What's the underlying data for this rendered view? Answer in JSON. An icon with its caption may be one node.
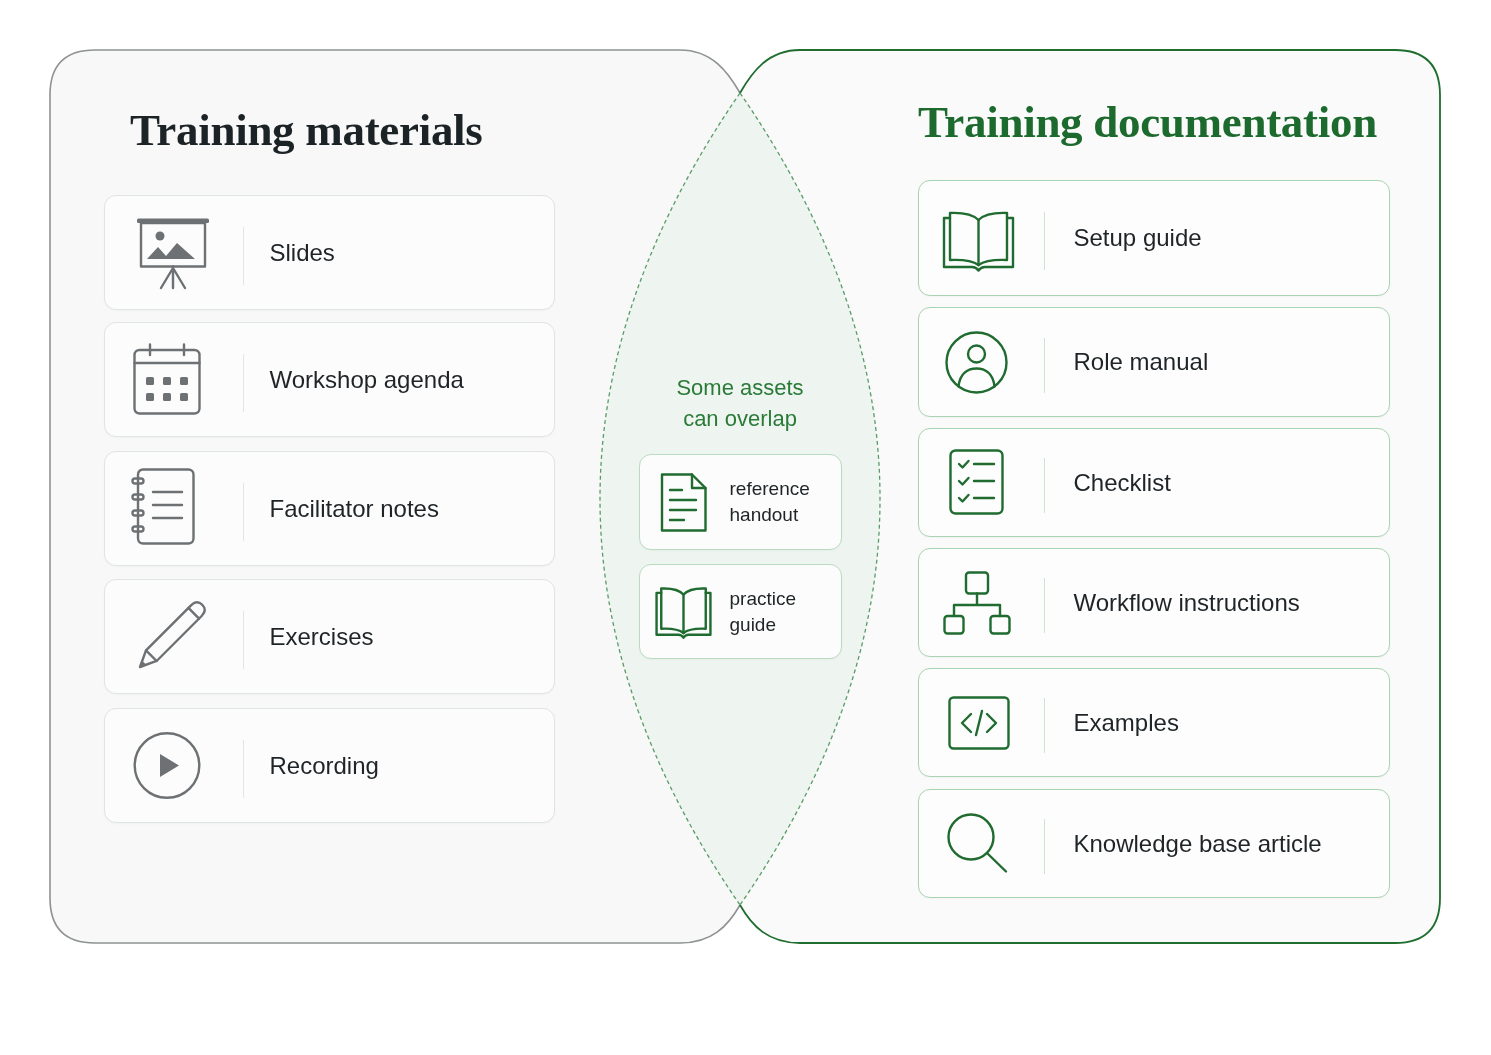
{
  "diagram": {
    "nodes": [
      {
        "text": [
          "Training materials"
        ]
      },
      {
        "text": [
          "Slides"
        ],
        "in": 0
      },
      {
        "text": [
          "Workshop agenda"
        ],
        "in": 0
      },
      {
        "text": [
          "Facilitator notes"
        ],
        "in": 0
      },
      {
        "text": [
          "Exercises"
        ],
        "in": 0
      },
      {
        "text": [
          "Recording"
        ],
        "in": 0
      },
      {
        "text": [
          "Some assets can overlap"
        ]
      },
      {
        "text": [
          "reference handout"
        ],
        "in": 6
      },
      {
        "text": [
          "practice guide"
        ],
        "in": 6
      },
      {
        "text": [
          "Training documentation"
        ]
      },
      {
        "text": [
          "Setup guide"
        ],
        "in": 9
      },
      {
        "text": [
          "Role manual"
        ],
        "in": 9
      },
      {
        "text": [
          "Checklist"
        ],
        "in": 9
      },
      {
        "text": [
          "Workflow instructions"
        ],
        "in": 9
      },
      {
        "text": [
          "Examples"
        ],
        "in": 9
      },
      {
        "text": [
          "Knowledge base article"
        ],
        "in": 9
      }
    ]
  }
}
